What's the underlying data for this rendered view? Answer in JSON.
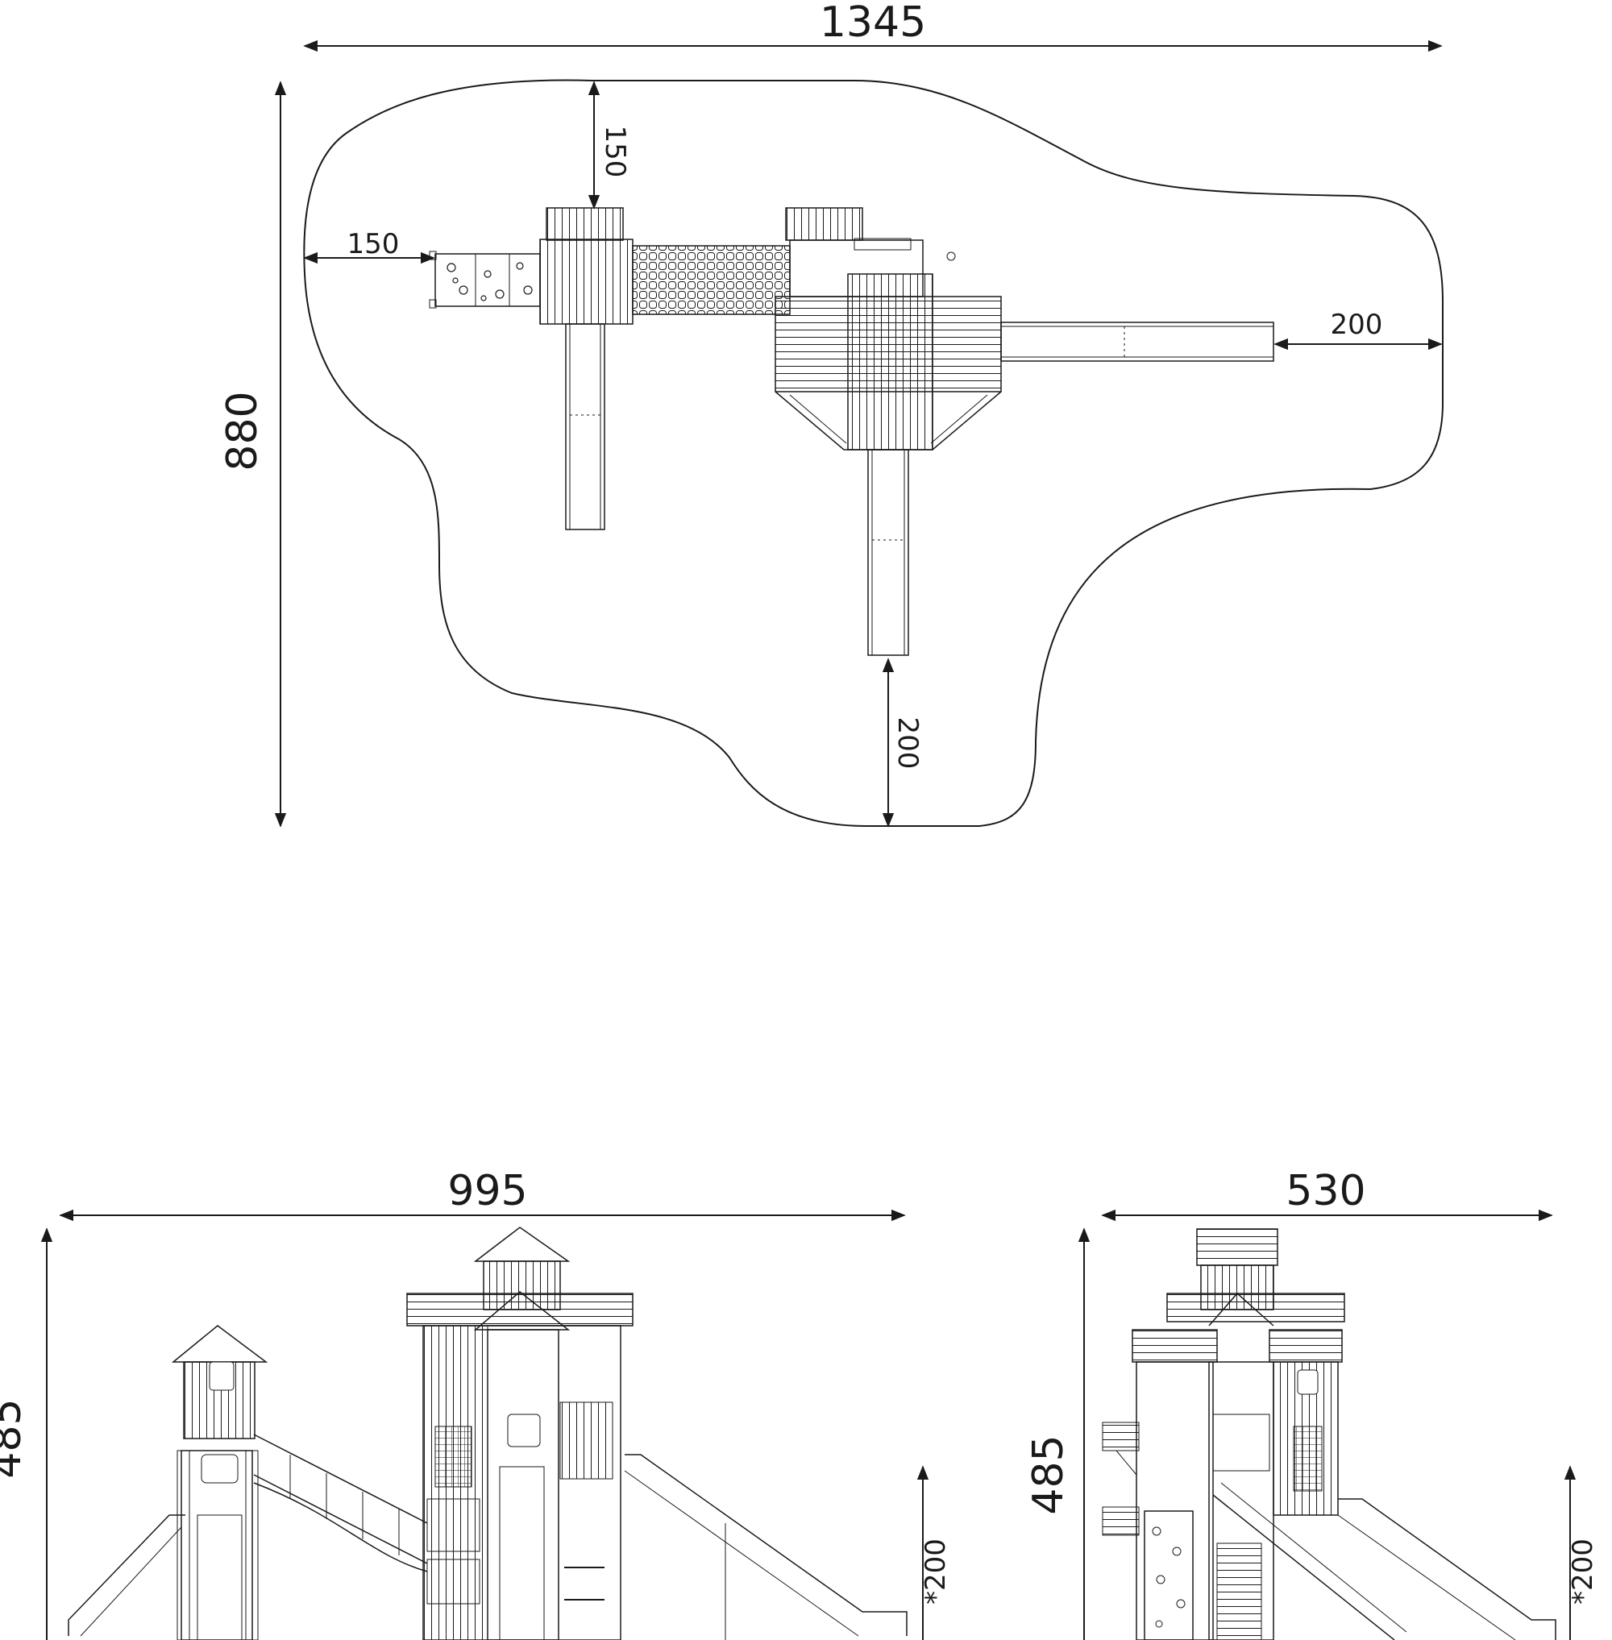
{
  "top_view": {
    "dim_overall_width": "1345",
    "dim_overall_depth": "880",
    "dim_top_clearance": "150",
    "dim_left_clearance": "150",
    "dim_right_clearance": "200",
    "dim_bottom_clearance": "200"
  },
  "front_view": {
    "dim_width": "995",
    "dim_height": "485",
    "dim_fall_height": "*200"
  },
  "side_view": {
    "dim_width": "530",
    "dim_height": "485",
    "dim_fall_height": "*200"
  }
}
